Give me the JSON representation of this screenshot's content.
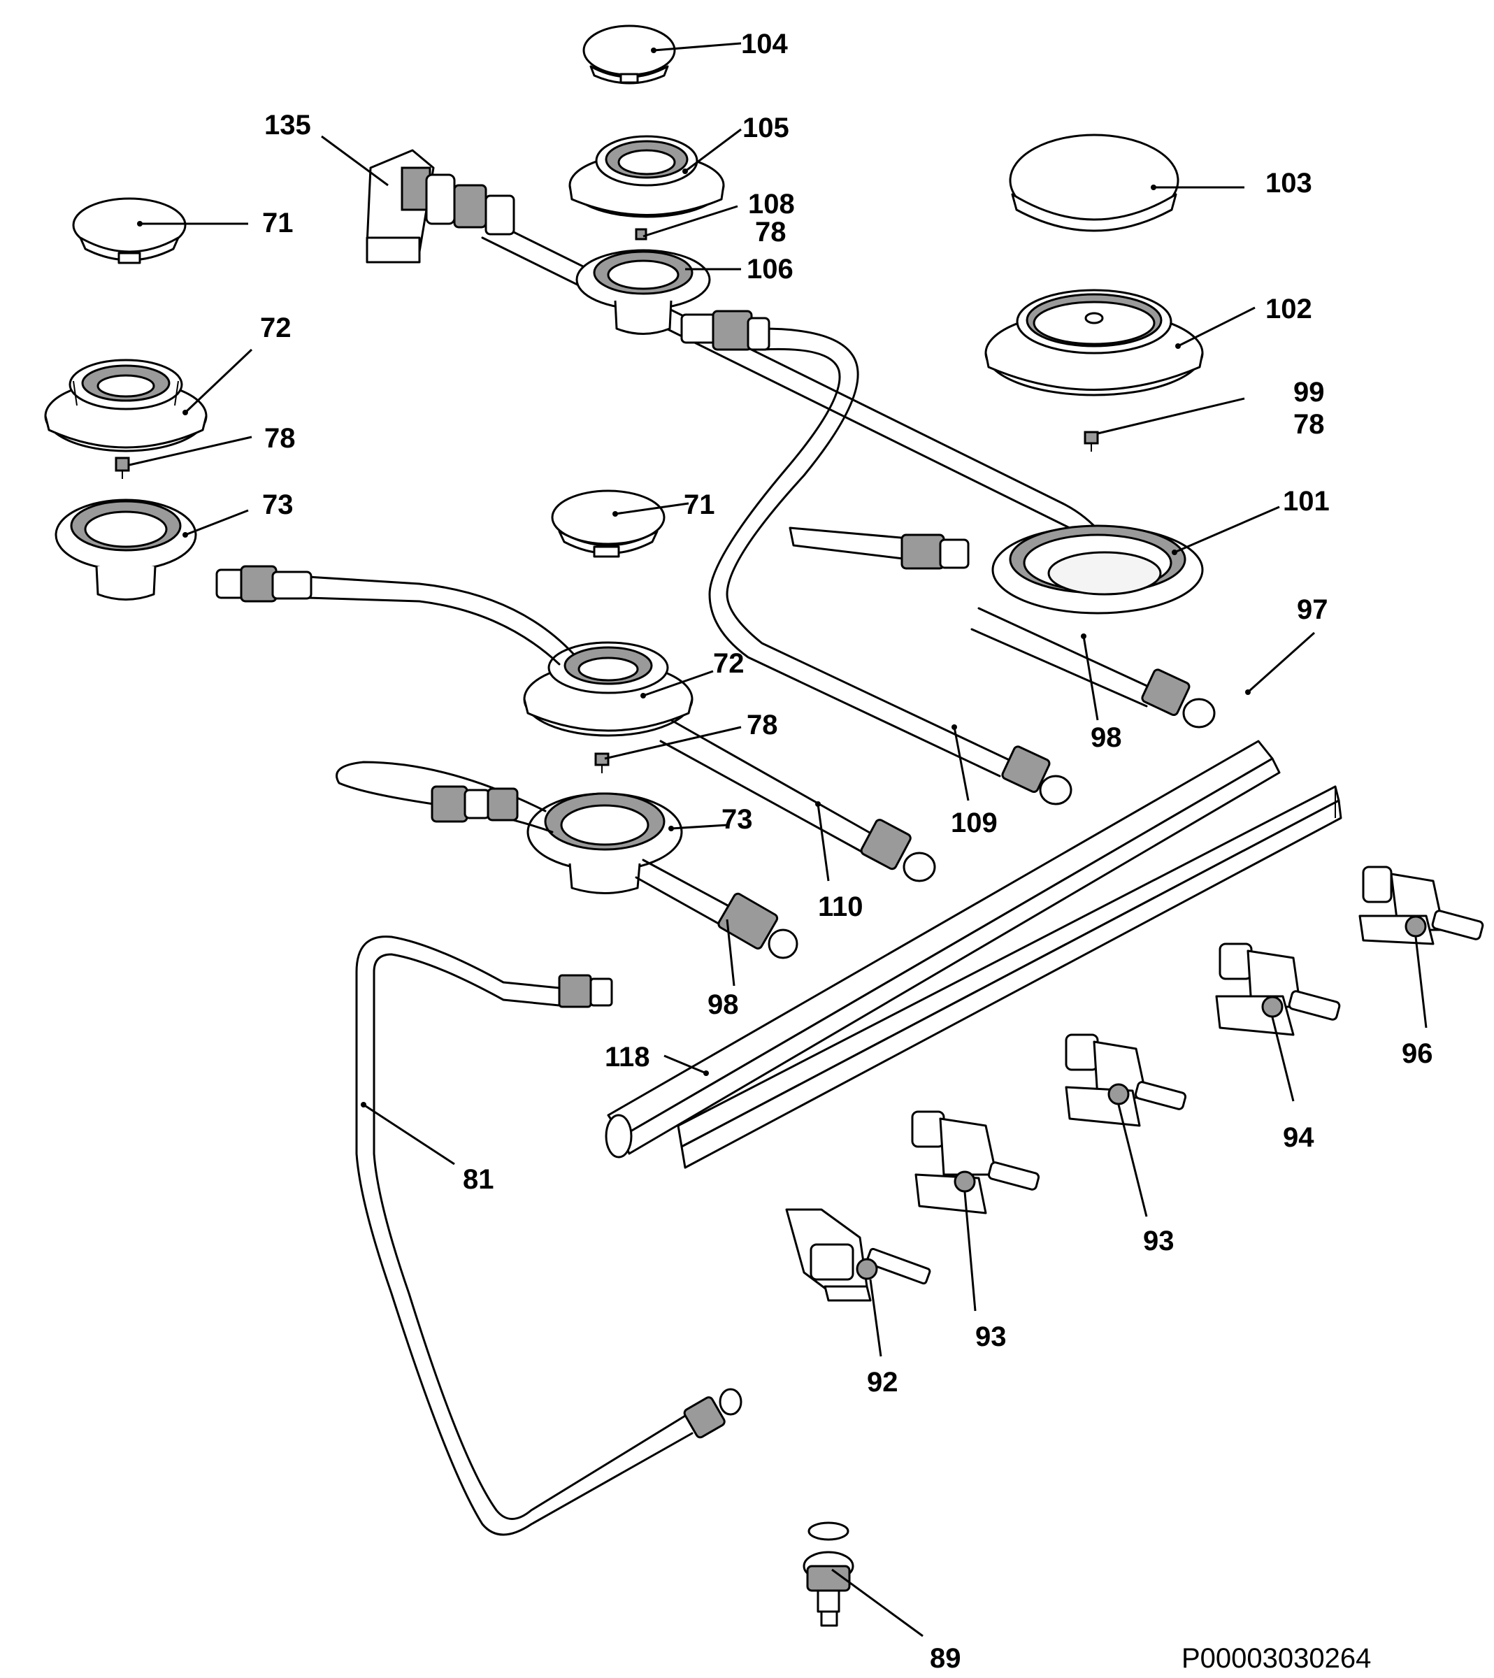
{
  "callouts": {
    "c104": "104",
    "c105": "105",
    "c135": "135",
    "c103": "103",
    "c108": "108",
    "c78a": "78",
    "c71a": "71",
    "c106": "106",
    "c72a": "72",
    "c102": "102",
    "c99": "99",
    "c78b": "78",
    "c78c": "78",
    "c73a": "73",
    "c71b": "71",
    "c101": "101",
    "c97": "97",
    "c72b": "72",
    "c78d": "78",
    "c98a": "98",
    "c73b": "73",
    "c109": "109",
    "c110": "110",
    "c98b": "98",
    "c96": "96",
    "c118": "118",
    "c94": "94",
    "c81": "81",
    "c93a": "93",
    "c93b": "93",
    "c92": "92",
    "c89": "89"
  },
  "reference_code": "P00003030264"
}
